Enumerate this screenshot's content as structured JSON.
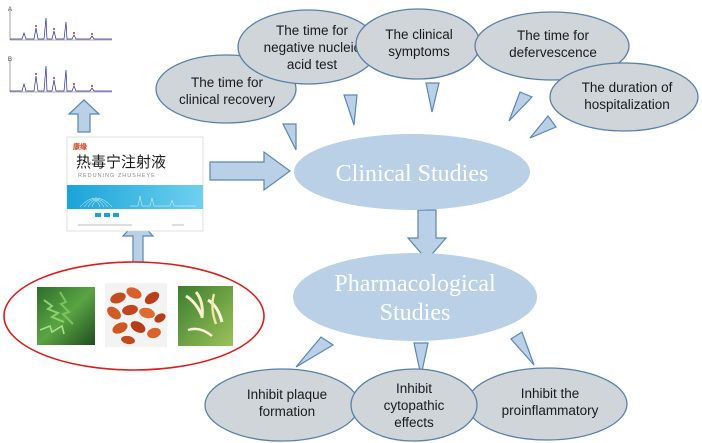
{
  "center_nodes": {
    "clinical": "Clinical Studies",
    "pharmacological_line1": "Pharmacological",
    "pharmacological_line2": "Studies"
  },
  "clinical_outcomes": {
    "recovery": [
      "The time for",
      "clinical recovery"
    ],
    "nucleic_acid": [
      "The time for",
      "negative nucleic",
      "acid test"
    ],
    "symptoms": [
      "The clinical",
      "symptoms"
    ],
    "defervescence": [
      "The time for",
      "defervescence"
    ],
    "hospitalization": [
      "The duration of",
      "hospitalization"
    ]
  },
  "pharmacological_effects": {
    "plaque": [
      "Inhibit plaque",
      "formation"
    ],
    "cytopathic": [
      "Inhibit",
      "cytopathic",
      "effects"
    ],
    "proinflammatory": [
      "Inhibit the",
      "proinflammatory"
    ]
  },
  "product_box": {
    "logo": "康缘",
    "title": "热毒宁注射液",
    "subtitle": "REDUNING ZHUSHEYE"
  },
  "chromatogram_labels": [
    "A",
    "B"
  ],
  "colors": {
    "blue_node": "#b9d0e6",
    "grey_node": "#d0d5da",
    "outline_blue": "#5a7fa6",
    "herb_ring": "#d81e1e"
  }
}
